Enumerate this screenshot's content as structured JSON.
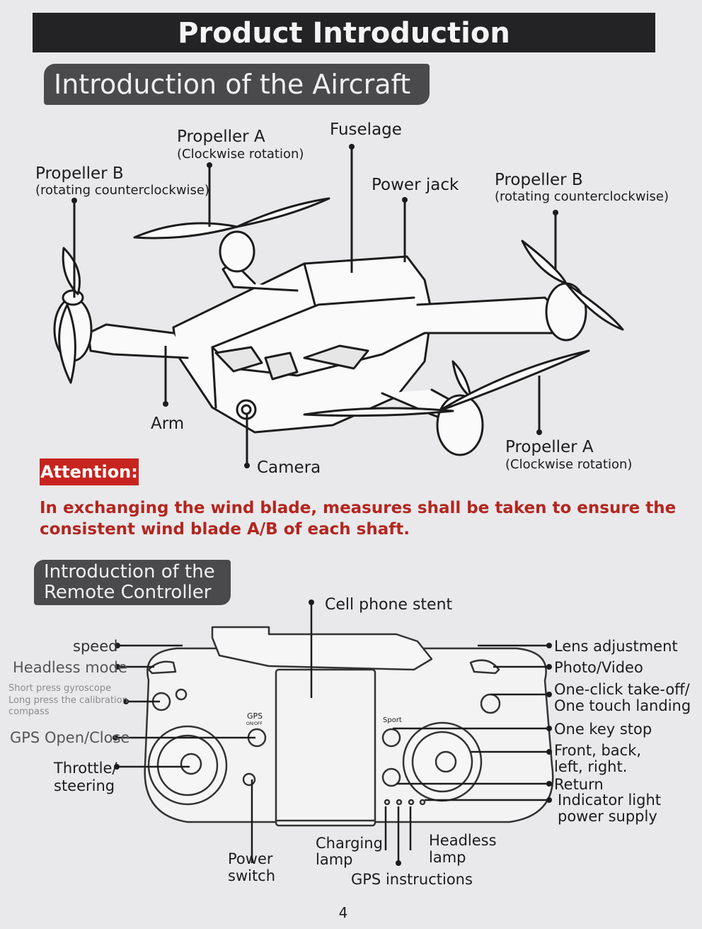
{
  "header": {
    "title": "Product Introduction"
  },
  "section_aircraft": {
    "title": "Introduction of the Aircraft",
    "labels": {
      "propeller_a_top": "Propeller A",
      "propeller_a_top_sub": "(Clockwise rotation)",
      "fuselage": "Fuselage",
      "propeller_b_left": "Propeller B",
      "propeller_b_left_sub": "(rotating counterclockwise)",
      "power_jack": "Power jack",
      "propeller_b_right": "Propeller B",
      "propeller_b_right_sub": "(rotating counterclockwise)",
      "arm": "Arm",
      "camera": "Camera",
      "propeller_a_bottom": "Propeller A",
      "propeller_a_bottom_sub": "(Clockwise rotation)"
    }
  },
  "attention": {
    "label": "Attention:",
    "text": "In exchanging the wind blade, measures shall be taken to ensure the consistent wind blade A/B of each shaft."
  },
  "section_controller": {
    "title_line1": "Introduction of the",
    "title_line2": "Remote Controller",
    "labels": {
      "cell_phone_stent": "Cell phone stent",
      "speed": "speed",
      "headless_mode": "Headless mode",
      "gyro_line1": "Short press gyroscope",
      "gyro_line2": "Long press the calibration",
      "gyro_line3": "compass",
      "gps_open_close": "GPS Open/Close",
      "throttle_line1": "Throttle/",
      "throttle_line2": "steering",
      "power_switch_line1": "Power",
      "power_switch_line2": "switch",
      "charging_lamp_line1": "Charging",
      "charging_lamp_line2": "lamp",
      "gps_instructions": "GPS instructions",
      "headless_lamp_line1": "Headless",
      "headless_lamp_line2": "lamp",
      "lens_adjustment": "Lens adjustment",
      "photo_video": "Photo/Video",
      "takeoff_line1": "One-click take-off/",
      "takeoff_line2": "One touch landing",
      "one_key_stop": "One key stop",
      "direction_line1": "Front, back,",
      "direction_line2": "left, right.",
      "return": "Return",
      "indicator_line1": "Indicator light",
      "indicator_line2": "power supply",
      "device_gps": "GPS",
      "device_gps_sub": "ON/OFF",
      "device_sport": "Sport"
    }
  },
  "page_number": "4"
}
